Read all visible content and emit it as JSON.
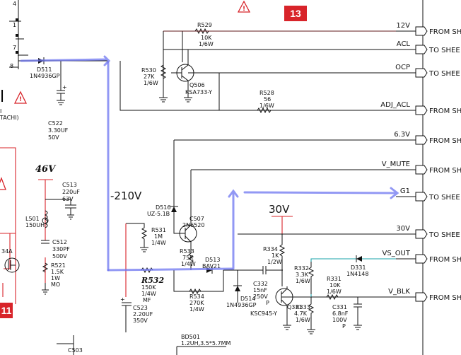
{
  "page_badges": {
    "top": "13",
    "left": "11"
  },
  "voltages": {
    "v46": "46V",
    "vneg210": "-210V",
    "v30": "30V"
  },
  "connectors": [
    {
      "signal": "12V",
      "text": "FROM SH"
    },
    {
      "signal": "ACL",
      "text": "TO SHEE"
    },
    {
      "signal": "OCP",
      "text": "TO SHEE"
    },
    {
      "signal": "ADJ_ACL",
      "text": "FROM SH"
    },
    {
      "signal": "6.3V",
      "text": "FROM SH"
    },
    {
      "signal": "V_MUTE",
      "text": "FROM SH"
    },
    {
      "signal": "G1",
      "text": "TO SHEE"
    },
    {
      "signal": "30V",
      "text": "TO SHEE"
    },
    {
      "signal": "VS_OUT",
      "text": "FROM SH"
    },
    {
      "signal": "V_BLK",
      "text": "FROM SH"
    }
  ],
  "parts": {
    "r529": [
      "R529",
      "10K",
      "1/6W"
    ],
    "r530": [
      "R530",
      "27K",
      "1/6W"
    ],
    "q506": [
      "Q506",
      "KSA733-Y"
    ],
    "r528": [
      "R528",
      "56",
      "1/6W"
    ],
    "d511": [
      "D511",
      "1N4936GP"
    ],
    "c522": [
      "C522",
      "3.30UF",
      "50V"
    ],
    "hitachi": "TACHI)",
    "c513": [
      "C513",
      "220uF",
      "63V"
    ],
    "l501": [
      "L501",
      "150UH"
    ],
    "c512": [
      "C512",
      "330PF",
      "500V"
    ],
    "r521": [
      "R521",
      "1.5K",
      "1W",
      "MO"
    ],
    "q534": "34A",
    "d516": [
      "D516",
      "UZ-5.1B"
    ],
    "c507": [
      "C507",
      "2N6520"
    ],
    "r531": [
      "R531",
      "1M",
      "1/4W"
    ],
    "r533": [
      "R533",
      "75K",
      "1/4W"
    ],
    "d513": [
      "D513",
      "BAV21"
    ],
    "r532": [
      "R532",
      "150K",
      "1/4W",
      "MF"
    ],
    "c523": [
      "C523",
      "2.20UF",
      "350V"
    ],
    "r534": [
      "R534",
      "270K",
      "1/4W"
    ],
    "d514": [
      "D514",
      "1N4936GP"
    ],
    "c332": [
      "C332",
      "15nF",
      "250V",
      "P"
    ],
    "r334": [
      "R334",
      "1K",
      "1/2W"
    ],
    "q331": [
      "Q331",
      "KSC945-Y"
    ],
    "r332": [
      "R332",
      "3.3K",
      "1/6W"
    ],
    "r333": [
      "R333",
      "4.7K",
      "1/6W"
    ],
    "r331": [
      "R331",
      "10K",
      "1/6W"
    ],
    "d331": [
      "D331",
      "1N4148"
    ],
    "c331": [
      "C331",
      "6.8nF",
      "100V",
      "P"
    ],
    "bd501": [
      "BD501",
      "1.2UH,3.5*5.7MM"
    ],
    "c503": "C503"
  }
}
